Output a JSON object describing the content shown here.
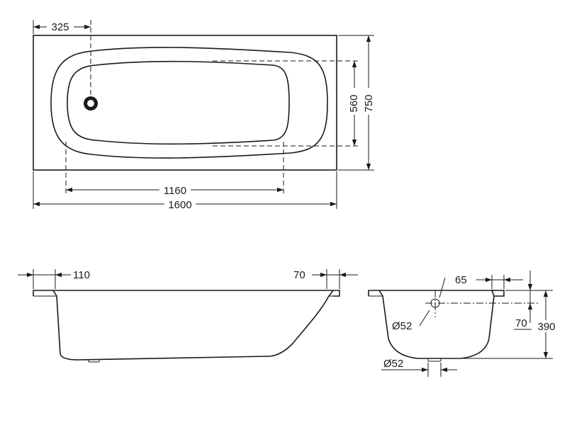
{
  "top_view": {
    "drain_offset": "325",
    "inner_width": "560",
    "outer_width": "750",
    "inner_length": "1160",
    "outer_length": "1600"
  },
  "side_view": {
    "rim_left": "110",
    "rim_right": "70"
  },
  "end_view": {
    "rim": "65",
    "overflow_diameter": "Ø52",
    "overflow_height": "70",
    "depth": "390",
    "waste_diameter": "Ø52"
  }
}
